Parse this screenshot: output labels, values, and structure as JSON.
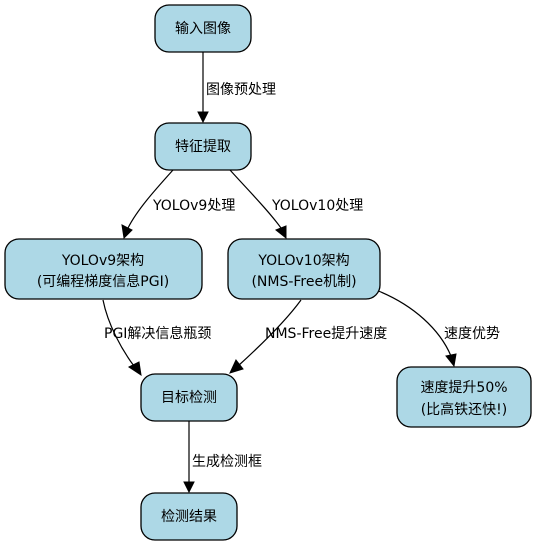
{
  "colors": {
    "node_fill": "#add8e6",
    "stroke": "#000000",
    "background": "#ffffff"
  },
  "nodes": {
    "input": {
      "label": "输入图像"
    },
    "feature": {
      "label": "特征提取"
    },
    "yolov9": {
      "line1": "YOLOv9架构",
      "line2": "(可编程梯度信息PGI)"
    },
    "yolov10": {
      "line1": "YOLOv10架构",
      "line2": "(NMS-Free机制)"
    },
    "detect": {
      "label": "目标检测"
    },
    "speed": {
      "line1": "速度提升50%",
      "line2": "(比高铁还快!)"
    },
    "result": {
      "label": "检测结果"
    }
  },
  "edges": {
    "input_to_feature": "图像预处理",
    "feature_to_v9": "YOLOv9处理",
    "feature_to_v10": "YOLOv10处理",
    "v9_to_detect": "PGI解决信息瓶颈",
    "v10_to_detect": "NMS-Free提升速度",
    "v10_to_speed": "速度优势",
    "detect_to_result": "生成检测框"
  }
}
